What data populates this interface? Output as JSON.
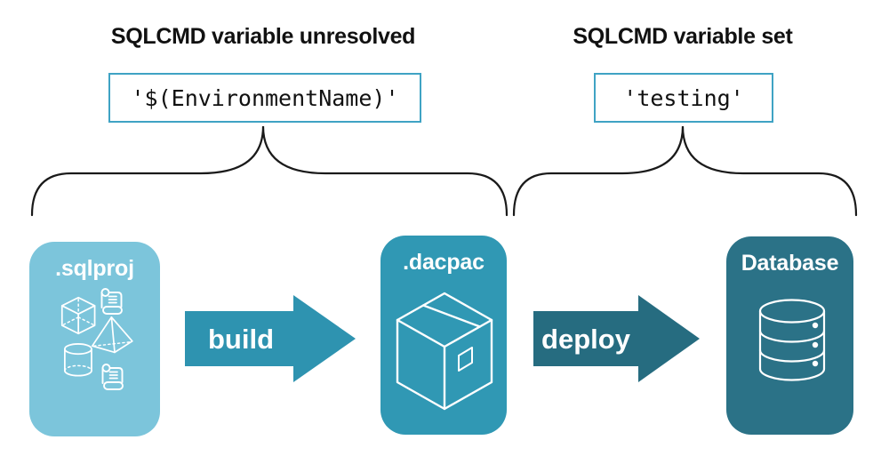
{
  "headings": {
    "left": "SQLCMD variable unresolved",
    "right": "SQLCMD variable set"
  },
  "code_boxes": {
    "left": "'$(EnvironmentName)'",
    "right": "'testing'"
  },
  "nodes": {
    "sqlproj": {
      "label": ".sqlproj",
      "color": "#7CC5DB",
      "icons": [
        "scroll-icon",
        "cube-icon",
        "pyramid-icon",
        "cylinder-icon",
        "scroll-icon"
      ]
    },
    "dacpac": {
      "label": ".dacpac",
      "color": "#3098B4",
      "icons": [
        "package-icon"
      ]
    },
    "database": {
      "label": "Database",
      "color": "#2B7287",
      "icons": [
        "database-icon"
      ]
    }
  },
  "arrows": {
    "build": {
      "label": "build",
      "color": "#2E93B0"
    },
    "deploy": {
      "label": "deploy",
      "color": "#266C80"
    }
  },
  "colors": {
    "background": "#FFFFFF",
    "heading_text": "#111111",
    "code_text": "#111111",
    "code_border": "#3FA3C4",
    "brace": "#1A1A1A",
    "node_label": "#FFFFFF",
    "arrow_label": "#FFFFFF",
    "icon_stroke": "#FFFFFF"
  }
}
